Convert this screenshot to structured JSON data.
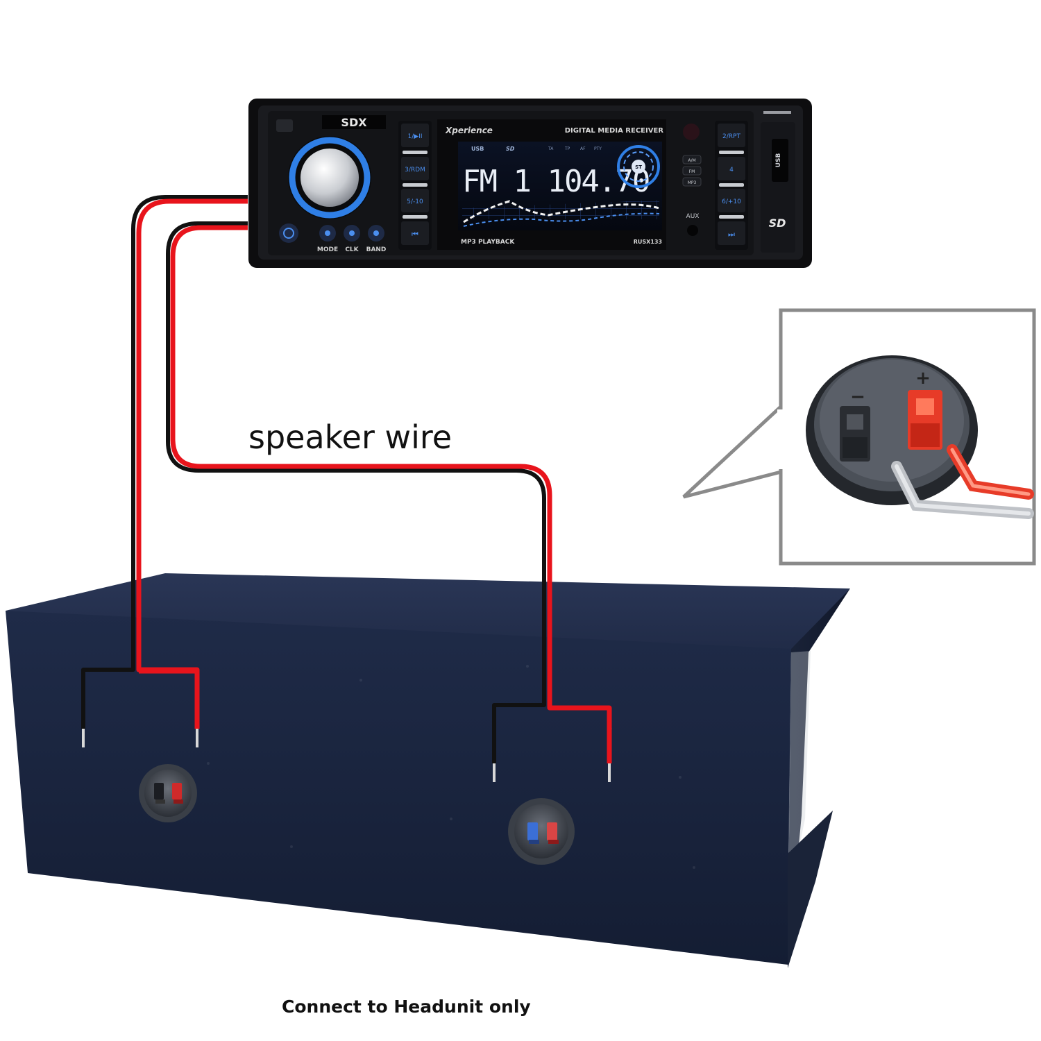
{
  "labels": {
    "speaker_wire": "speaker wire",
    "caption": "Connect to Headunit only"
  },
  "headunit": {
    "brand": "SDX",
    "model_name": "Xperience",
    "product_line": "DIGITAL MEDIA RECEIVER",
    "display_text": "FM 1 104.70",
    "playback_label": "MP3 PLAYBACK",
    "model_number": "RUSX133",
    "usb_label": "USB",
    "sd_label": "SD",
    "aux_label": "AUX",
    "left_preset_buttons": [
      "1/▶II",
      "3/RDM",
      "5/-10",
      "⏮"
    ],
    "right_preset_buttons": [
      "2/RPT",
      "4",
      "6/+10",
      "⏭"
    ],
    "bottom_buttons": [
      "MODE",
      "CLK",
      "BAND"
    ],
    "side_buttons": [
      "A/M",
      "FM",
      "MP3"
    ],
    "indicators": [
      "TA",
      "TP",
      "AF",
      "PTY"
    ],
    "disc_label": "ST"
  },
  "callout": {
    "minus_label": "−",
    "plus_label": "+"
  },
  "colors": {
    "wire_red": "#e8141c",
    "wire_black": "#111111",
    "box_carpet": "#1c2844",
    "display_text": "#e9eef6",
    "knob_ring": "#2f7fe6"
  }
}
